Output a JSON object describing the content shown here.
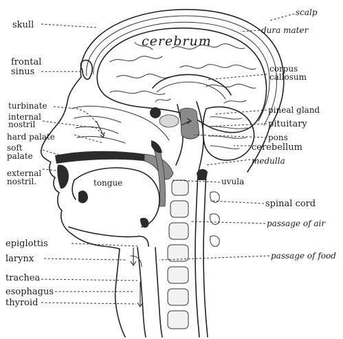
{
  "diagram": {
    "brain_label": "cerebrum",
    "tongue_label": "tongue",
    "left_labels": {
      "skull": "skull",
      "frontal_sinus_1": "frontal",
      "frontal_sinus_2": "sinus",
      "turbinate": "turbinate",
      "internal_nostril_1": "internal",
      "internal_nostril_2": "nostril",
      "hard_palate": "hard palate",
      "soft_palate_1": "soft",
      "soft_palate_2": "palate",
      "external_nostril_1": "external",
      "external_nostril_2": "nostril.",
      "epiglottis": "epiglottis",
      "larynx": "larynx",
      "trachea": "trachea",
      "esophagus": "esophagus",
      "thyroid": "thyroid"
    },
    "right_labels": {
      "scalp": "scalp",
      "dura_mater": "dura mater",
      "corpus_callosum_1": "corpus",
      "corpus_callosum_2": "callosum",
      "pineal_gland": "pineal gland",
      "pituitary": "pituitary",
      "pons": "pons",
      "cerebellum": "cerebellum",
      "medulla": "medulla",
      "uvula": "uvula",
      "spinal_cord": "spinal cord",
      "passage_of_air": "passage of air",
      "passage_of_food": "passage of food"
    }
  }
}
